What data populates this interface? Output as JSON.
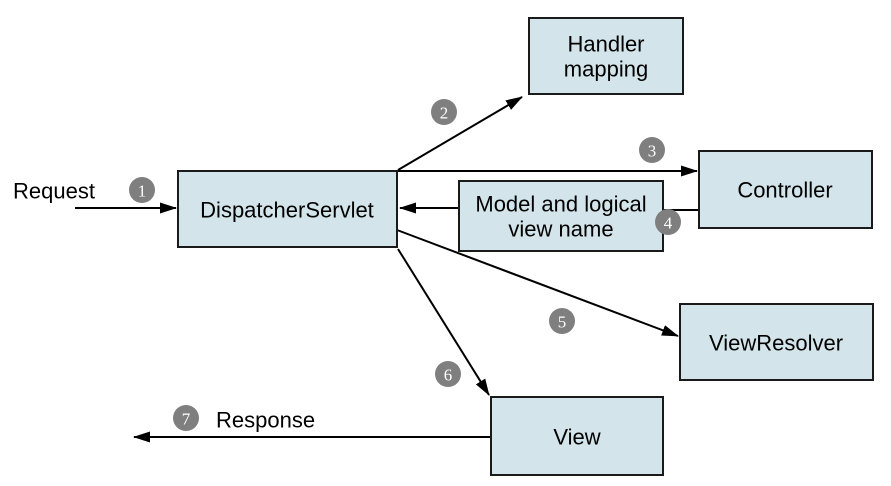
{
  "colors": {
    "background": "#ffffff",
    "node_fill": "#d3e5ea",
    "node_stroke": "#1a1a1a",
    "line_color": "#000000",
    "text_color": "#000000",
    "badge_fill": "#7f7f7f",
    "badge_text": "#ffffff"
  },
  "nodes": {
    "dispatcher_servlet": {
      "label": "DispatcherServlet"
    },
    "handler_mapping": {
      "line1": "Handler",
      "line2": "mapping"
    },
    "controller": {
      "label": "Controller"
    },
    "model_view": {
      "line1": "Model and logical",
      "line2": "view name"
    },
    "view_resolver": {
      "label": "ViewResolver"
    },
    "view": {
      "label": "View"
    }
  },
  "labels": {
    "request": "Request",
    "response": "Response"
  },
  "badges": [
    "1",
    "2",
    "3",
    "4",
    "5",
    "6",
    "7"
  ],
  "edges": [
    {
      "step": "1",
      "label": "Request",
      "from": "external",
      "to": "dispatcher_servlet"
    },
    {
      "step": "2",
      "label": "",
      "from": "dispatcher_servlet",
      "to": "handler_mapping"
    },
    {
      "step": "3",
      "label": "",
      "from": "dispatcher_servlet",
      "to": "controller"
    },
    {
      "step": "4",
      "label": "",
      "from": "controller",
      "to": "dispatcher_servlet",
      "via": "model_view"
    },
    {
      "step": "5",
      "label": "",
      "from": "dispatcher_servlet",
      "to": "view_resolver"
    },
    {
      "step": "6",
      "label": "",
      "from": "dispatcher_servlet",
      "to": "view"
    },
    {
      "step": "7",
      "label": "Response",
      "from": "view",
      "to": "external"
    }
  ]
}
